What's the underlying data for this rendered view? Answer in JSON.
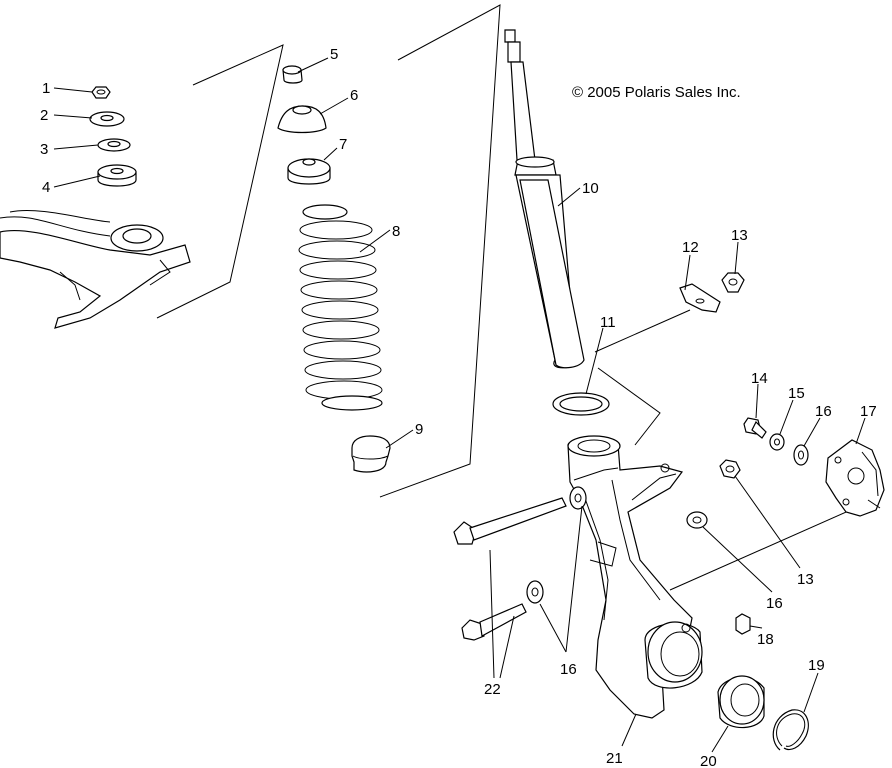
{
  "copyright": "© 2005 Polaris Sales Inc.",
  "callouts": {
    "c1": "1",
    "c2": "2",
    "c3": "3",
    "c4": "4",
    "c5": "5",
    "c6": "6",
    "c7": "7",
    "c8": "8",
    "c9": "9",
    "c10": "10",
    "c11": "11",
    "c12": "12",
    "c13a": "13",
    "c13b": "13",
    "c14": "14",
    "c15": "15",
    "c16a": "16",
    "c16b": "16",
    "c16c": "16",
    "c17": "17",
    "c18": "18",
    "c19": "19",
    "c20": "20",
    "c21": "21",
    "c22": "22"
  }
}
